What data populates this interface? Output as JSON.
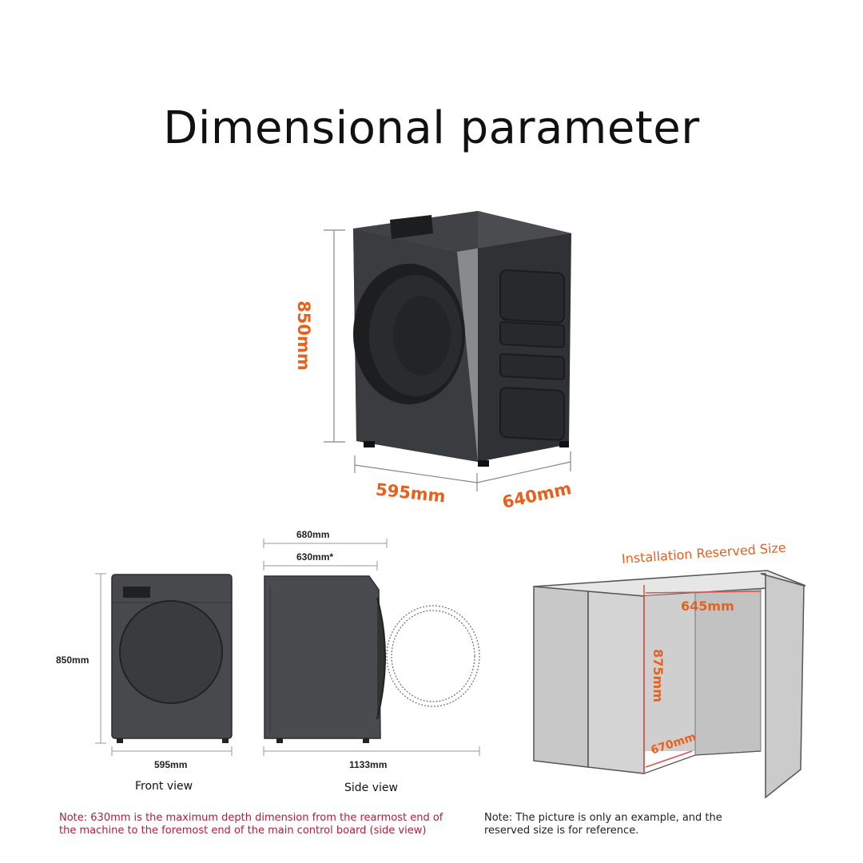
{
  "title": "Dimensional parameter",
  "hero": {
    "height_label": "850mm",
    "width_label": "595mm",
    "depth_label": "640mm"
  },
  "front_view": {
    "height_label": "850mm",
    "width_label": "595mm",
    "caption": "Front view"
  },
  "side_view": {
    "top_label": "680mm",
    "inner_label": "630mm*",
    "width_label": "1133mm",
    "caption": "Side view"
  },
  "installation": {
    "title": "Installation Reserved Size",
    "width_label": "645mm",
    "height_label": "875mm",
    "depth_label": "670mm"
  },
  "notes": {
    "left": "Note: 630mm is the maximum depth dimension from the rearmost end of the machine to the foremost end of the main control board (side view)",
    "right": "Note: The picture is only an example, and the reserved size is for reference."
  },
  "colors": {
    "accent": "#e8601c",
    "note_red": "#b0203a",
    "machine_dark": "#3b3d40"
  }
}
